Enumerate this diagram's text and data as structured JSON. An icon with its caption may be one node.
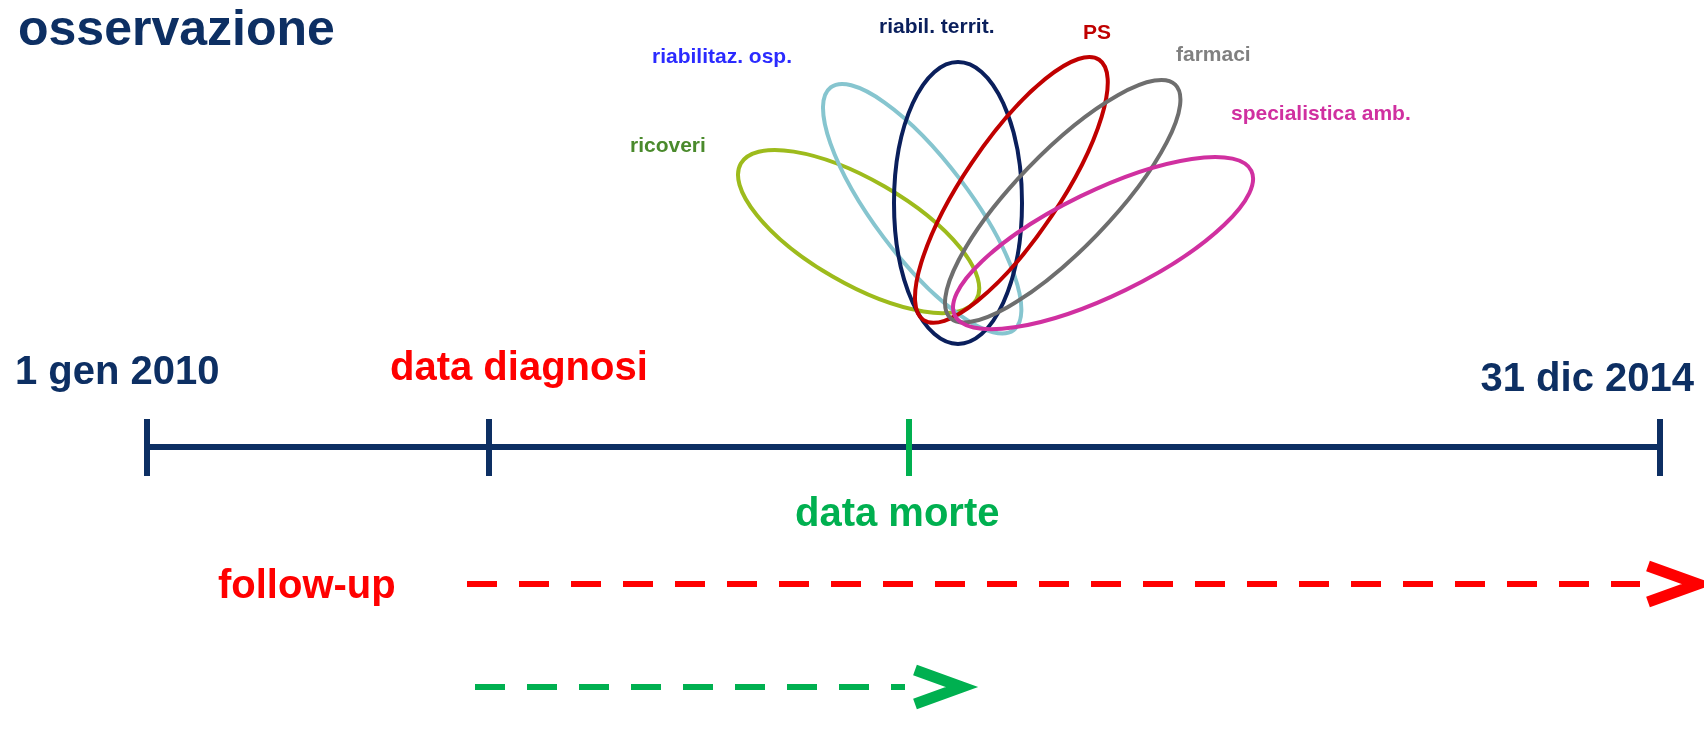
{
  "diagram": {
    "title": "osservazione",
    "nodes": [
      {
        "text": [
          "ricoveri"
        ]
      },
      {
        "text": [
          "riabilitaz. osp."
        ]
      },
      {
        "text": [
          "riabil. territ."
        ]
      },
      {
        "text": [
          "PS"
        ]
      },
      {
        "text": [
          "farmaci"
        ]
      },
      {
        "text": [
          "specialistica amb."
        ]
      }
    ],
    "labels": [
      "1 gen 2010",
      "data diagnosi",
      "31 dic 2014",
      "data morte",
      "follow-up"
    ]
  }
}
